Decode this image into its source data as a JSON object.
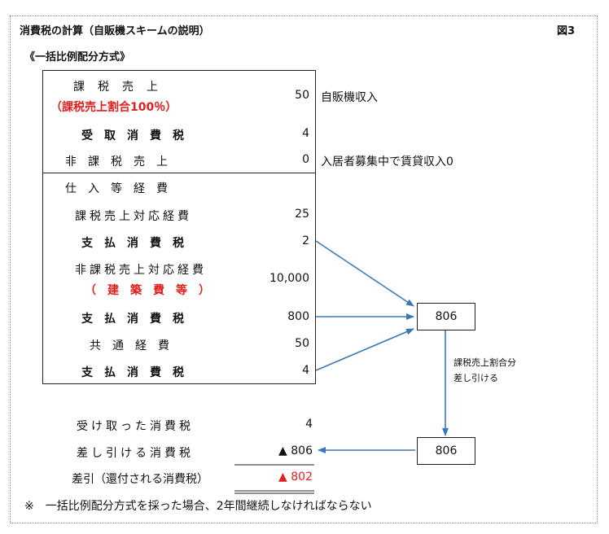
{
  "header": {
    "title": "消費税の計算（自販機スキームの説明）",
    "figure_label": "図3",
    "method": "《一括比例配分方式》"
  },
  "box_top": {
    "rows": [
      {
        "label": "課　税　売　上",
        "value": "50",
        "note": "自販機収入"
      },
      {
        "label": "（課税売上割合100％）"
      },
      {
        "label": "受　取　消　費　税",
        "value": "4"
      },
      {
        "label": "非　課　税　売　上",
        "value": "0",
        "note": "入居者募集中で賃貸収入0"
      }
    ]
  },
  "box_bottom": {
    "rows": [
      {
        "label": "仕　入　等　経　費"
      },
      {
        "label": "課税売上対応経費",
        "value": "25"
      },
      {
        "label": "支　払　消　費　税",
        "value": "2"
      },
      {
        "label": "非課税売上対応経費",
        "value": "10,000"
      },
      {
        "label": "（　建　築　費　等　）"
      },
      {
        "label": "支　払　消　費　税",
        "value": "800"
      },
      {
        "label": "共　通　経　費",
        "value": "50"
      },
      {
        "label": "支　払　消　費　税",
        "value": "4"
      }
    ]
  },
  "flow": {
    "box1": "806",
    "box2": "806",
    "arrow_note_line1": "課税売上割合分",
    "arrow_note_line2": "差し引ける"
  },
  "summary": {
    "received_label": "受け取った消費税",
    "received_value": "4",
    "deductible_label": "差し引ける消費税",
    "deductible_value": "▲ 806",
    "diff_label": "差引（還付される消費税）",
    "diff_value": "▲ 802"
  },
  "footnote": "※　一括比例配分方式を採った場合、2年間継続しなければならない",
  "colors": {
    "accent_red": "#e0201c",
    "arrow_blue": "#3a78b5"
  }
}
